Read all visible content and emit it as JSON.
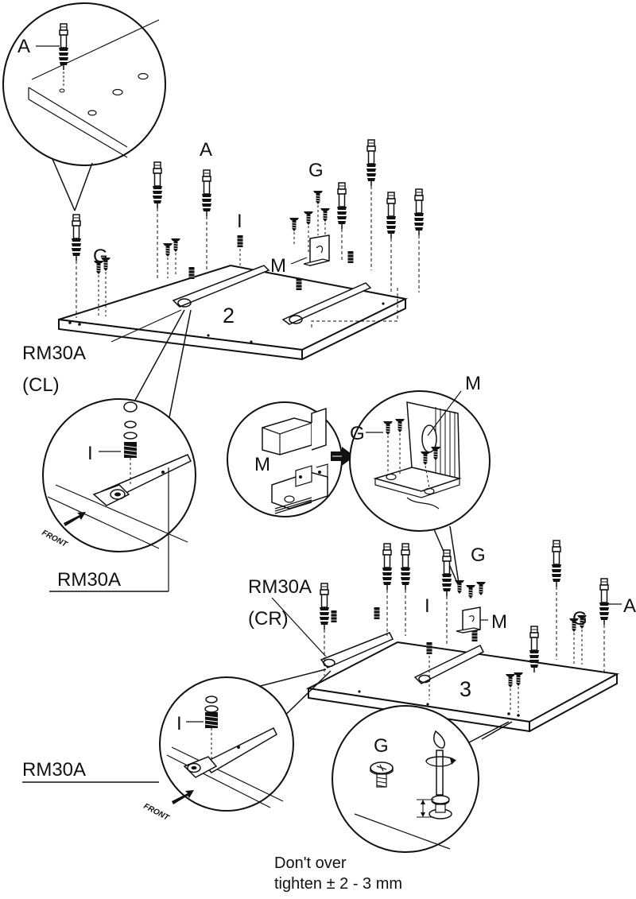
{
  "parts": {
    "A": "A",
    "G": "G",
    "I": "I",
    "M": "M"
  },
  "steps": {
    "step2": "2",
    "step3": "3"
  },
  "rail_labels": {
    "rm30a_cl": "RM30A",
    "cl": "(CL)",
    "rm30a_cr": "RM30A",
    "cr": "(CR)",
    "rm30a_detail_top": "RM30A",
    "rm30a_detail_bottom": "RM30A"
  },
  "front_label": "FRONT",
  "note": {
    "line1": "Don't over",
    "line2": "tighten ± 2 - 3 mm"
  },
  "colors": {
    "ink": "#111111",
    "paper": "#ffffff"
  }
}
